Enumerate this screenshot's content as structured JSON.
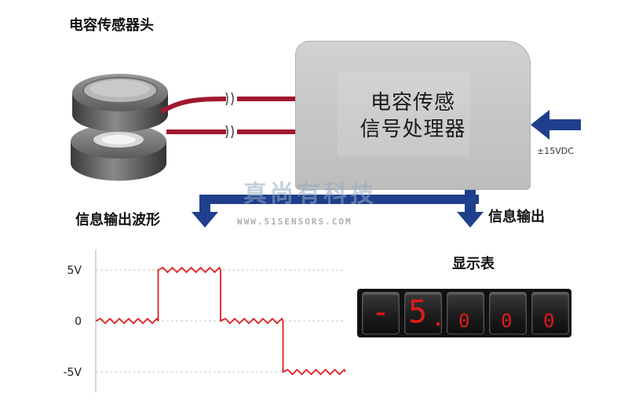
{
  "sensor_head": {
    "label": "电容传感器头"
  },
  "processor": {
    "line1": "电容传感",
    "line2": "信号处理器"
  },
  "power": {
    "label": "±15VDC"
  },
  "outputs": {
    "waveform_label": "信息输出波形",
    "output_label": "信息输出"
  },
  "display": {
    "label": "显示表",
    "digits": [
      "-",
      "5",
      "0",
      "0",
      "0"
    ],
    "decimal_point": "."
  },
  "watermark": {
    "text": "真尚有科技",
    "url": "WWW.51SENSORS.COM"
  },
  "chart_data": {
    "type": "line",
    "title": "",
    "xlabel": "",
    "ylabel": "",
    "y_tick_labels": [
      "5V",
      "0",
      "-5V"
    ],
    "y_ticks": [
      5,
      0,
      -5
    ],
    "ylim": [
      -7,
      7
    ],
    "xlim": [
      0,
      4
    ],
    "grid": true,
    "x": [
      0,
      1,
      1,
      2,
      2,
      3,
      3,
      4
    ],
    "series": [
      {
        "values": [
          0,
          0,
          5,
          5,
          0,
          0,
          -5,
          -5
        ]
      }
    ],
    "line_color": "#e02020"
  },
  "colors": {
    "cable": "#a01830",
    "arrow": "#1f3f8c",
    "display_digit": "#e21b1b"
  }
}
